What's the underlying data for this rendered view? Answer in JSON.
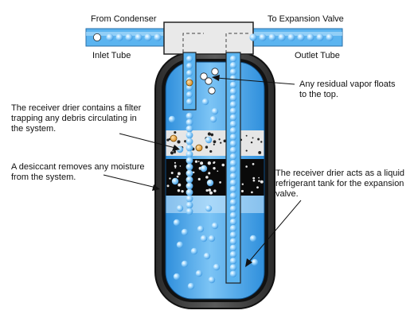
{
  "labels": {
    "from_condenser": "From Condenser",
    "to_expansion_valve": "To Expansion Valve",
    "inlet_tube": "Inlet Tube",
    "outlet_tube": "Outlet Tube",
    "residual_vapor": "Any residual vapor floats to the top.",
    "filter_note": "The receiver drier contains a filter trapping any debris circulating in the system.",
    "desiccant_note": "A desiccant removes any  moisture from the system.",
    "tank_note": "The receiver drier acts as a liquid refrigerant tank for the expansion valve."
  },
  "colors": {
    "shell": "#3a3a3a",
    "shell_inner": "#111111",
    "liquid": "#4aa3e8",
    "liquid_light": "#b9ddf7",
    "bubble": "#6cc3ff",
    "filter": "#e8e8e8",
    "desiccant": "#0b0b0b",
    "debris": "#f0a030",
    "pipe": "#5bb4f0"
  }
}
